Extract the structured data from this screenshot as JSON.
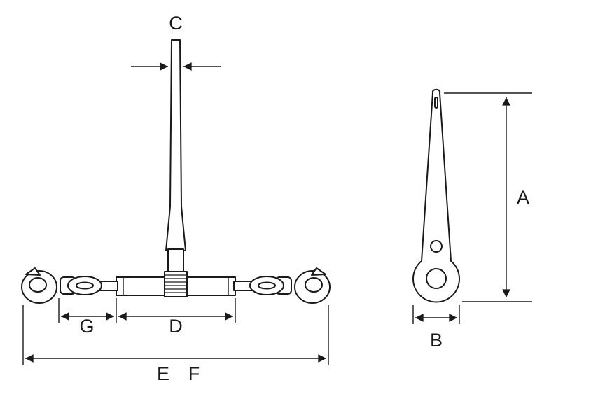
{
  "labels": {
    "a": "A",
    "b": "B",
    "c": "C",
    "d": "D",
    "e": "E",
    "f": "F",
    "g": "G"
  },
  "colors": {
    "background": "#ffffff",
    "line": "#1a1a1a"
  }
}
